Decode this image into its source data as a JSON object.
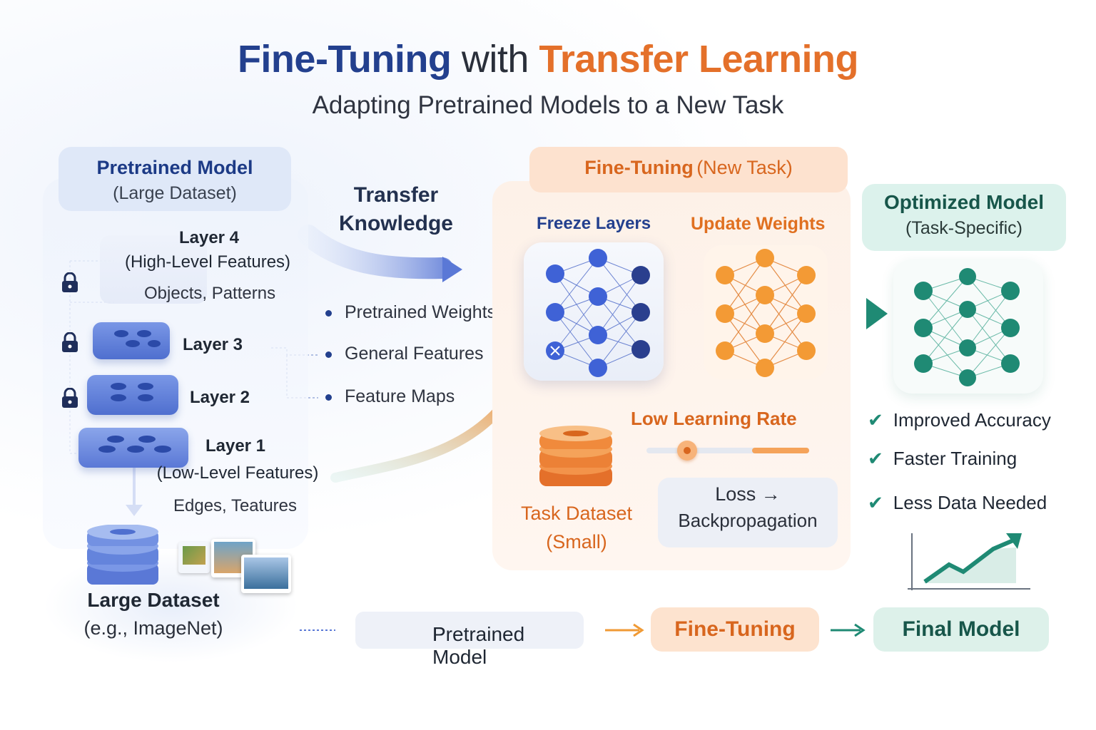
{
  "title": {
    "part1": "Fine-Tuning",
    "part2": " with ",
    "part3": "Transfer Learning",
    "subtitle": "Adapting Pretrained Models to a New Task"
  },
  "pretrained": {
    "title": "Pretrained Model",
    "subtitle": "(Large Dataset)",
    "layers": [
      {
        "name": "Layer 4",
        "desc": "(High-Level Features)",
        "detail": "Objects, Patterns"
      },
      {
        "name": "Layer 3"
      },
      {
        "name": "Layer 2"
      },
      {
        "name": "Layer 1",
        "desc": "(Low-Level Features)",
        "detail": "Edges, Teatures"
      }
    ]
  },
  "transfer": {
    "line1": "Transfer",
    "line2": "Knowledge",
    "bullets": [
      "Pretrained Weights",
      "General Features",
      "Feature Maps"
    ]
  },
  "finetune": {
    "title": "Fine-Tuning",
    "title_suffix": "(New Task)",
    "freeze": "Freeze Layers",
    "update": "Update Weights",
    "lr": "Low Learning Rate",
    "lr_level": 0.25,
    "task_dataset": "Task Dataset",
    "task_dataset_size": "(Small)",
    "loss": "Loss",
    "loss_arrow": "→",
    "backprop": "Backpropagation"
  },
  "optimized": {
    "title": "Optimized Model",
    "subtitle": "(Task-Specific)",
    "benefits": [
      "Improved Accuracy",
      "Faster Training",
      "Less Data Needed"
    ]
  },
  "dataset": {
    "name": "Large Dataset",
    "example": "(e.g., ImageNet)"
  },
  "flow": {
    "step1": "Pretrained Model",
    "step1_glyph": "P",
    "step2": "Fine-Tuning",
    "step3": "Final Model"
  },
  "colors": {
    "blue": "#23408e",
    "orange": "#e4702a",
    "teal": "#1f8a74"
  }
}
